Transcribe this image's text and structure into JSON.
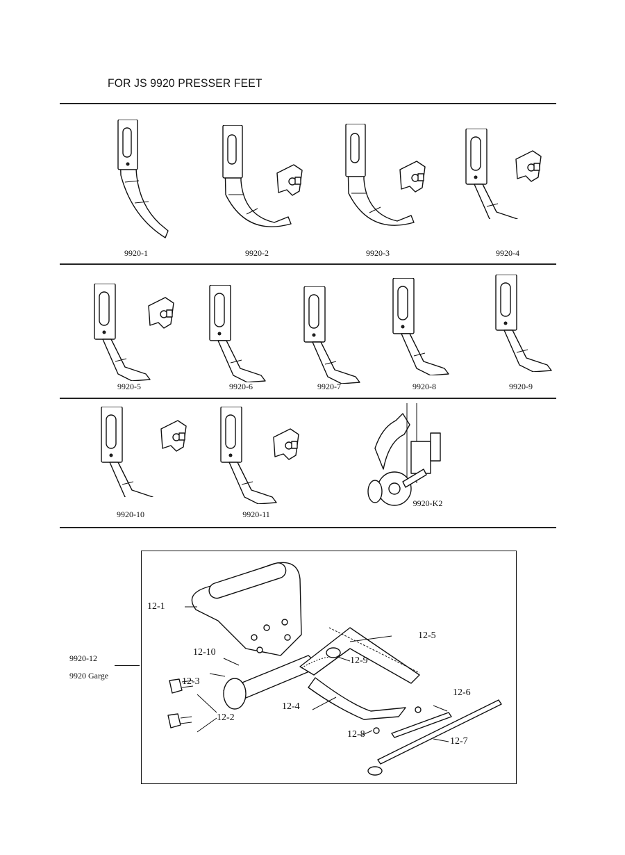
{
  "title": "FOR JS 9920 PRESSER FEET",
  "row1": [
    {
      "label": "9920-1"
    },
    {
      "label": "9920-2"
    },
    {
      "label": "9920-3"
    },
    {
      "label": "9920-4"
    }
  ],
  "row2": [
    {
      "label": "9920-5"
    },
    {
      "label": "9920-6"
    },
    {
      "label": "9920-7"
    },
    {
      "label": "9920-8"
    },
    {
      "label": "9920-9"
    }
  ],
  "row3": [
    {
      "label": "9920-10"
    },
    {
      "label": "9920-11"
    },
    {
      "label": "9920-K2"
    }
  ],
  "assembly": {
    "model": "9920-12",
    "name": "9920  Garge",
    "callouts": {
      "c1": "12-1",
      "c2": "12-2",
      "c3": "12-3",
      "c4": "12-4",
      "c5": "12-5",
      "c6": "12-6",
      "c7": "12-7",
      "c8": "12-8",
      "c9": "12-9",
      "c10": "12-10"
    }
  }
}
